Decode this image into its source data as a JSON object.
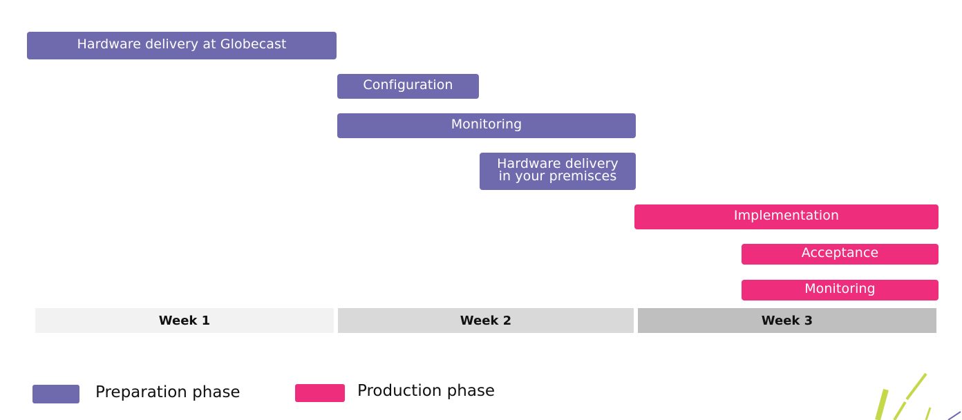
{
  "chart_data": {
    "type": "gantt",
    "x_axis": {
      "categories": [
        "Week 1",
        "Week 2",
        "Week 3"
      ],
      "range": [
        0,
        3
      ]
    },
    "tasks": [
      {
        "label": "Hardware delivery at Globecast",
        "phase": "preparation",
        "start": 0.0,
        "end": 1.0
      },
      {
        "label": "Configuration",
        "phase": "preparation",
        "start": 1.0,
        "end": 1.48
      },
      {
        "label": "Monitoring",
        "phase": "preparation",
        "start": 1.0,
        "end": 2.0
      },
      {
        "label": "Hardware delivery\nin your premisces",
        "phase": "preparation",
        "start": 1.48,
        "end": 2.0
      },
      {
        "label": "Implementation",
        "phase": "production",
        "start": 2.0,
        "end": 3.0
      },
      {
        "label": "Acceptance",
        "phase": "production",
        "start": 2.36,
        "end": 3.0
      },
      {
        "label": "Monitoring",
        "phase": "production",
        "start": 2.36,
        "end": 3.0
      }
    ],
    "legend": [
      {
        "key": "preparation",
        "label": "Preparation phase",
        "color": "#6e6aad"
      },
      {
        "key": "production",
        "label": "Production phase",
        "color": "#ee2e7c"
      }
    ]
  },
  "colors": {
    "preparation": "#6e6aad",
    "production": "#ee2e7c",
    "week_backgrounds": [
      "#f2f2f2",
      "#d9d9d9",
      "#bfbfbf"
    ],
    "accent_decoration": "#c5d84a"
  }
}
